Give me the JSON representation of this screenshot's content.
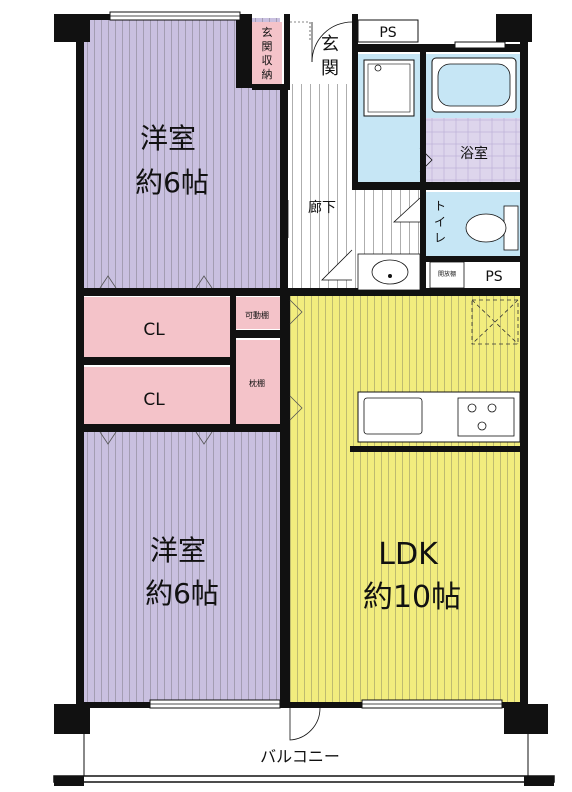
{
  "rooms": {
    "western_top": {
      "name": "洋室",
      "size": "約6帖"
    },
    "western_bottom": {
      "name": "洋室",
      "size": "約6帖"
    },
    "ldk": {
      "name": "LDK",
      "size": "約10帖"
    },
    "closet_1": "CL",
    "closet_2": "CL",
    "movable_shelf": "可動棚",
    "pillow_shelf": "枕棚",
    "entrance": [
      "玄",
      "関"
    ],
    "entrance_storage": [
      "玄",
      "関",
      "収",
      "納"
    ],
    "hallway": "廊下",
    "bathroom": "浴室",
    "toilet": [
      "ト",
      "イ",
      "レ"
    ],
    "ps_top": "PS",
    "ps_bottom": "PS",
    "small_label": "開放棚",
    "balcony": "バルコニー"
  },
  "colors": {
    "western": "#c9c0e0",
    "ldk": "#f2ed7e",
    "closet": "#f4c3c9",
    "bath": "#c6e6f5",
    "bath_tile": "#ddd5ec",
    "wall": "#111111"
  }
}
